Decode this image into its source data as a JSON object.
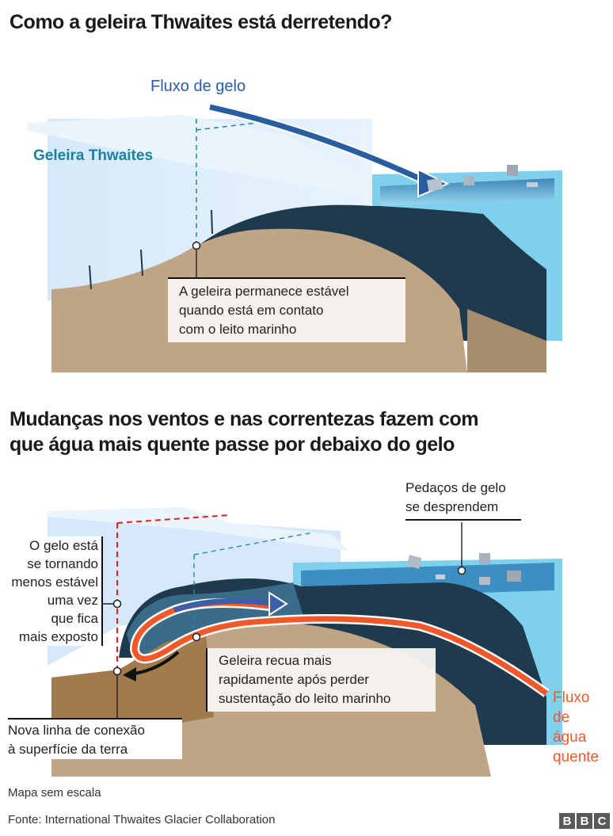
{
  "diagram1": {
    "title": "Como a geleira Thwaites está derretendo?",
    "labels": {
      "ice_flow": "Fluxo de gelo",
      "glacier_name": "Geleira Thwaites",
      "stable_note": [
        "A geleira permanece estável",
        "quando está em contato",
        "com o leito marinho"
      ]
    }
  },
  "diagram2": {
    "title": [
      "Mudanças nos ventos e nas correntezas fazem com",
      "que água mais quente passe por debaixo do gelo"
    ],
    "labels": {
      "ice_pieces": [
        "Pedaços de gelo",
        "se desprendem"
      ],
      "less_stable": [
        "O gelo está",
        "se tornando",
        "menos estável",
        "uma vez",
        "que fica",
        "mais exposto"
      ],
      "retreat": [
        "Geleira recua mais",
        "rapidamente após perder",
        "sustentação do leito marinho"
      ],
      "new_line": [
        "Nova linha de conexão",
        "à superfície da terra"
      ],
      "warm_flow": [
        "Fluxo",
        "de",
        "água",
        "quente"
      ]
    }
  },
  "footer": {
    "note": "Mapa sem escala",
    "source": "Fonte: International Thwaites Glacier Collaboration",
    "logo": [
      "B",
      "B",
      "C"
    ]
  },
  "colors": {
    "ice_flow_arrow": "#2a5da0",
    "glacier_label": "#1d7f9f",
    "warm_water": "#f0582a",
    "grounding_line": "#e02020",
    "seabed": "#bfa585",
    "ocean": "#1e3a4c",
    "ice": "#d4e8f8"
  }
}
